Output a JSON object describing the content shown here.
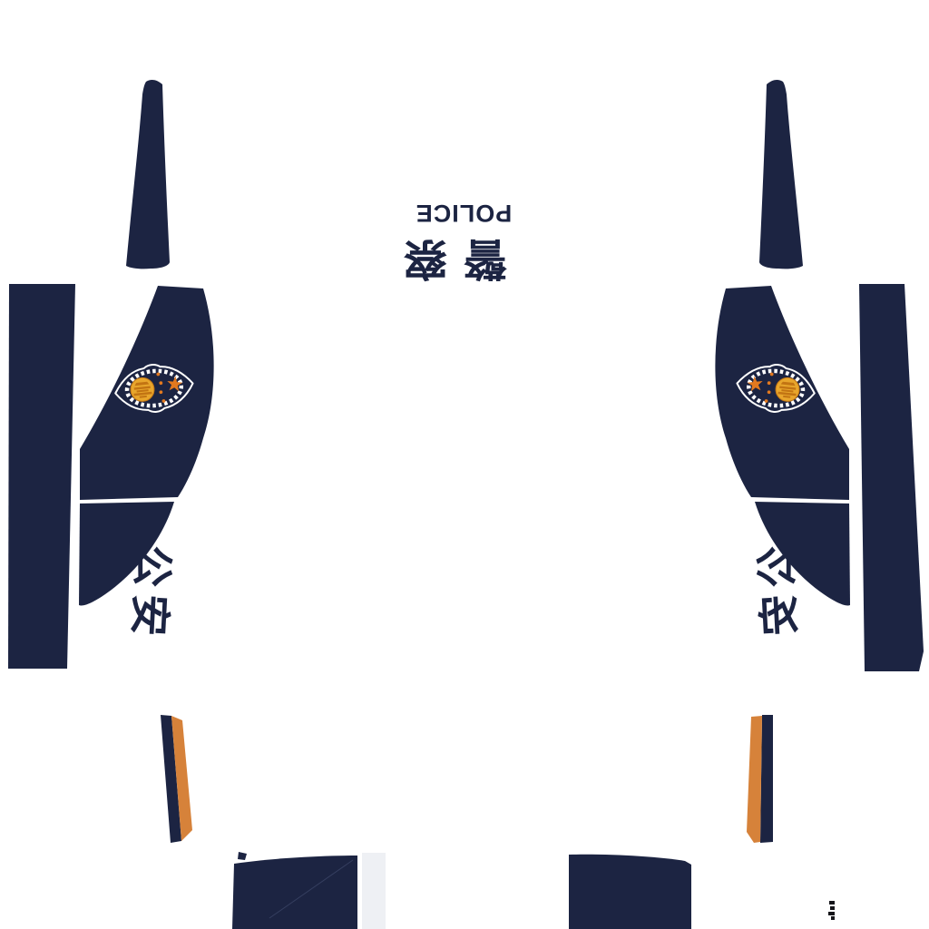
{
  "texture": {
    "kind": "police livery texture sheet",
    "labels": {
      "police": "POLICE",
      "jingcha": "警察",
      "gongan": "公安"
    }
  },
  "colors": {
    "navy": "#1c2442",
    "orange": "#d6823a",
    "badge_gold": "#e8a62c",
    "badge_gold_dark": "#c27413",
    "badge_orange": "#e2791f",
    "badge_outline": "#ffffff",
    "faint_panel": "#eef0f4",
    "seam_highlight": "#4a5578",
    "mark_dark": "#15151a",
    "background": "#ffffff"
  },
  "icons": {
    "badge": "police-armband-badge-icon",
    "emblem": "national-emblem-icon",
    "star": "star-icon",
    "wreath": "laurel-wreath-icon"
  }
}
